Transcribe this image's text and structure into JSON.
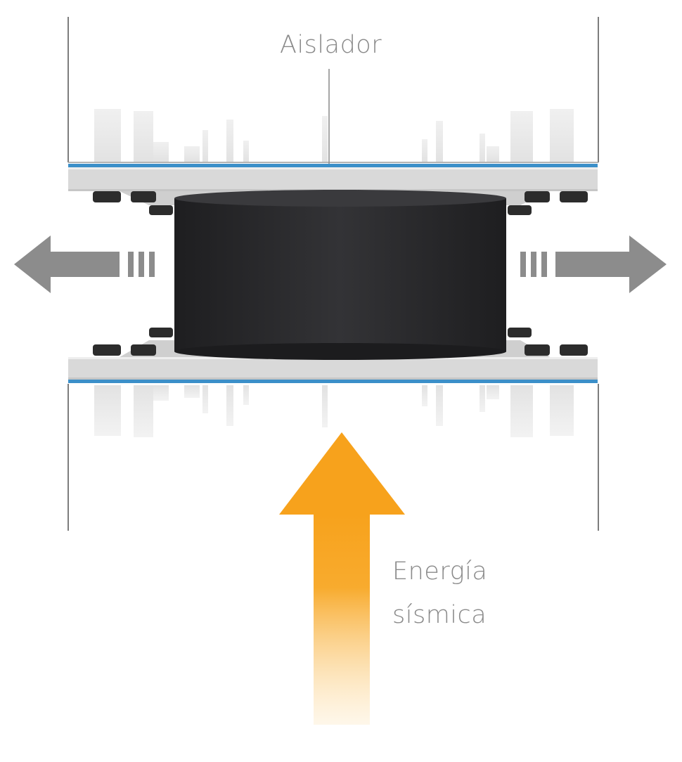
{
  "labels": {
    "isolator": "Aislador",
    "energy_line1": "Energía",
    "energy_line2": "sísmica"
  },
  "colors": {
    "background": "#ffffff",
    "wall_line": "#7d7d7d",
    "plate": "#d9d9d9",
    "plate_edge_accent": "#3b8fc9",
    "rubber_core": "#2a2a2c",
    "bolt": "#2c2c2c",
    "lateral_arrow": "#8c8c8c",
    "energy_arrow": "#f7a21c",
    "label_text": "#8a8a8a"
  },
  "icons": {
    "left_motion": "arrow-left-icon",
    "right_motion": "arrow-right-icon",
    "energy": "arrow-up-icon"
  }
}
